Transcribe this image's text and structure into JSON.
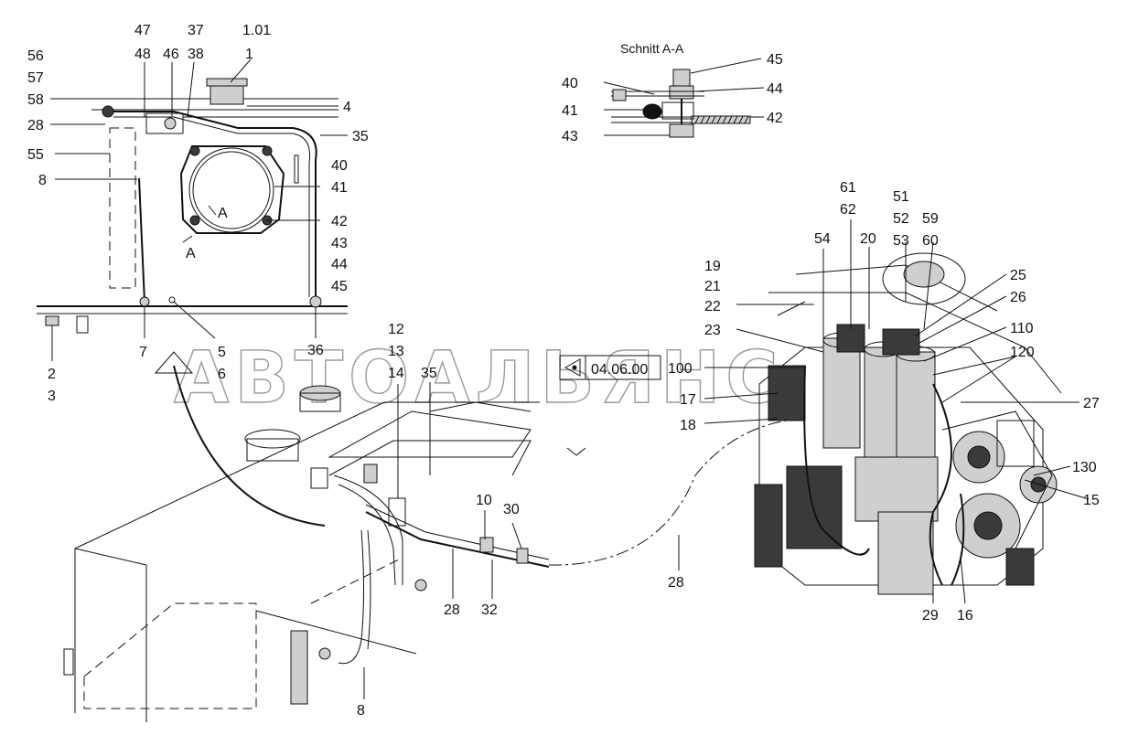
{
  "section_title": "Schnitt A-A",
  "reference_box": {
    "code": "04.06.00"
  },
  "watermark": "АВТОАЛЬЯНС",
  "section_marker": "A",
  "callouts": [
    "47",
    "48",
    "37",
    "38",
    "1.01",
    "46",
    "1",
    "56",
    "57",
    "58",
    "28",
    "55",
    "8",
    "4",
    "35",
    "40",
    "41",
    "42",
    "43",
    "44",
    "45",
    "7",
    "2",
    "3",
    "5",
    "6",
    "36",
    "12",
    "13",
    "14",
    "35",
    "10",
    "30",
    "32",
    "28",
    "8",
    "28",
    "19",
    "21",
    "22",
    "23",
    "100",
    "17",
    "18",
    "54",
    "61",
    "62",
    "20",
    "51",
    "52",
    "53",
    "59",
    "60",
    "25",
    "26",
    "110",
    "120",
    "27",
    "130",
    "15",
    "29",
    "16",
    "40",
    "41",
    "42",
    "43",
    "44",
    "45"
  ]
}
